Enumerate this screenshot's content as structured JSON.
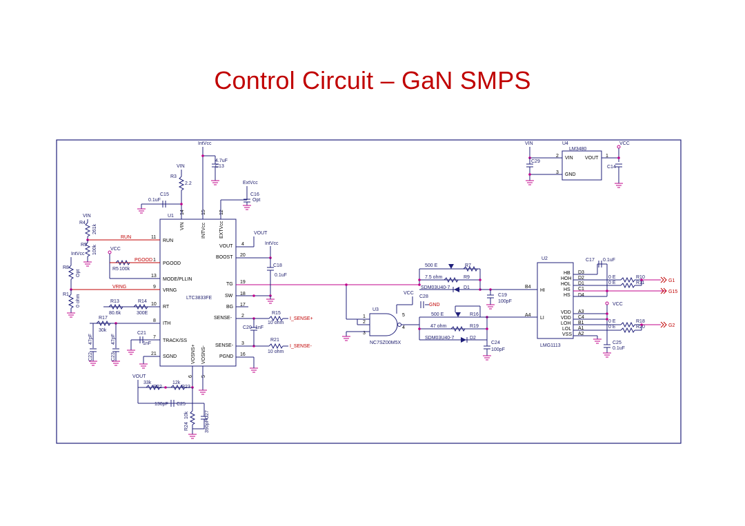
{
  "slide": {
    "title": "Control Circuit – GaN SMPS"
  },
  "ics": {
    "u1": {
      "ref": "U1",
      "part": "LTC3833FE",
      "left_pins": [
        {
          "name": "RUN",
          "num": "11"
        },
        {
          "name": "PGOOD",
          "num": "1"
        },
        {
          "name": "MODE/PLLIN",
          "num": "13"
        },
        {
          "name": "VRNG",
          "num": "9"
        },
        {
          "name": "RT",
          "num": "10"
        },
        {
          "name": "ITH",
          "num": "8"
        },
        {
          "name": "TRACK/SS",
          "num": "7"
        },
        {
          "name": "SGND",
          "num": "21"
        }
      ],
      "top_pins": [
        {
          "name": "VIN",
          "num": "14"
        },
        {
          "name": "INTVcc",
          "num": "15"
        },
        {
          "name": "EXTVcc",
          "num": "12"
        }
      ],
      "right_pins": [
        {
          "name": "VOUT",
          "num": "4"
        },
        {
          "name": "BOOST",
          "num": "20"
        },
        {
          "name": "TG",
          "num": "19"
        },
        {
          "name": "SW",
          "num": "18"
        },
        {
          "name": "BG",
          "num": "17"
        },
        {
          "name": "SENSE-",
          "num": "2"
        },
        {
          "name": "SENSE-",
          "num": "3"
        },
        {
          "name": "PGND",
          "num": "16"
        }
      ],
      "bottom_pins": [
        {
          "name": "VOSNS+",
          "num": "6"
        },
        {
          "name": "VOSNS-",
          "num": "5"
        }
      ]
    },
    "u2": {
      "ref": "U2",
      "part": "LMG1113",
      "pins": [
        "HB",
        "HOH",
        "HOL",
        "HS",
        "HS",
        "VDD",
        "VDD",
        "LOH",
        "LOL",
        "VSS"
      ],
      "left_pins": [
        "HI",
        "LI"
      ],
      "nums": [
        "D3",
        "D2",
        "D1",
        "C1",
        "D4",
        "A3",
        "C4",
        "B1",
        "A1",
        "A2"
      ],
      "in_nums": [
        "B4",
        "A4"
      ]
    },
    "u3": {
      "ref": "U3",
      "part": "NC7SZ00M5X",
      "pins": [
        "1",
        "2",
        "3",
        "4",
        "5"
      ]
    },
    "u4": {
      "ref": "U4",
      "part": "LM3480",
      "pins": [
        "VIN",
        "VOUT",
        "GND"
      ],
      "nums": [
        "2",
        "1",
        "3"
      ]
    }
  },
  "nets": {
    "vin": "VIN",
    "intvcc": "IntVcc",
    "intvcc_cap": "INTVcc",
    "extvcc": "ExtVcc",
    "vout": "VOUT",
    "vcc": "VCC",
    "gnd": "GND",
    "run": "RUN",
    "pgood": "PGOOD",
    "vrng": "VRNG",
    "isense_p": "I_SENSE+",
    "isense_n": "I_SENSE-",
    "g1": "G1",
    "g15": "G15",
    "g2": "G2"
  },
  "components": {
    "r1": {
      "ref": "R1",
      "val": "0 ohm"
    },
    "r3": {
      "ref": "R3",
      "val": "2.2"
    },
    "r4": {
      "ref": "R4",
      "val": "261k"
    },
    "r5": {
      "ref": "R5",
      "val": "100k"
    },
    "r5b": {
      "ref": "R5",
      "val": "100k"
    },
    "r8": {
      "ref": "R8",
      "val": "Opt"
    },
    "r13": {
      "ref": "R13",
      "val": "80.6k"
    },
    "r14": {
      "ref": "R14",
      "val": "300E"
    },
    "r17": {
      "ref": "R17",
      "val": "30k"
    },
    "r15": {
      "ref": "R15",
      "val": "10 ohm"
    },
    "r21": {
      "ref": "R21",
      "val": "10 ohm"
    },
    "r22": {
      "ref": "R22",
      "val": "33k"
    },
    "r23": {
      "ref": "R23",
      "val": "12k"
    },
    "r24": {
      "ref": "R24",
      "val": "10k"
    },
    "r7": {
      "ref": "R7",
      "val": "500 E"
    },
    "r9": {
      "ref": "R9",
      "val": "7.5 ohm"
    },
    "r16": {
      "ref": "R16",
      "val": "500 E"
    },
    "r19": {
      "ref": "R19",
      "val": "47 ohm"
    },
    "r10": {
      "ref": "R10",
      "val": "0 E"
    },
    "r11": {
      "ref": "R11",
      "val": "0 E"
    },
    "r18": {
      "ref": "R18",
      "val": "0 E"
    },
    "r20": {
      "ref": "R20",
      "val": "0 E"
    },
    "c13": {
      "ref": "C13",
      "val": "4.7uF"
    },
    "c15": {
      "ref": "C15",
      "val": "0.1uF"
    },
    "c16": {
      "ref": "C16",
      "val": "Opt"
    },
    "c18": {
      "ref": "C18",
      "val": "0.1uF"
    },
    "c20": {
      "ref": "C20",
      "val": "1nF"
    },
    "c21": {
      "ref": "C21",
      "val": "1nF"
    },
    "c22": {
      "ref": "C22",
      "val": "47pF"
    },
    "c23": {
      "ref": "C23",
      "val": "47pF"
    },
    "c25a": {
      "ref": "C25",
      "val": "130pF"
    },
    "c27": {
      "ref": "C27",
      "val": "390pF"
    },
    "c28": {
      "ref": "C28",
      "val": ""
    },
    "c19": {
      "ref": "C19",
      "val": "100pF"
    },
    "c24": {
      "ref": "C24",
      "val": "100pF"
    },
    "c17": {
      "ref": "C17",
      "val": "0.1uF"
    },
    "c25b": {
      "ref": "C25",
      "val": "0.1uF"
    },
    "c29": {
      "ref": "C29",
      "val": ""
    },
    "c14": {
      "ref": "C14",
      "val": ""
    },
    "d1": {
      "ref": "D1",
      "val": "SDM03U40-7"
    },
    "d2": {
      "ref": "D2",
      "val": "SDM03U40-7"
    }
  }
}
